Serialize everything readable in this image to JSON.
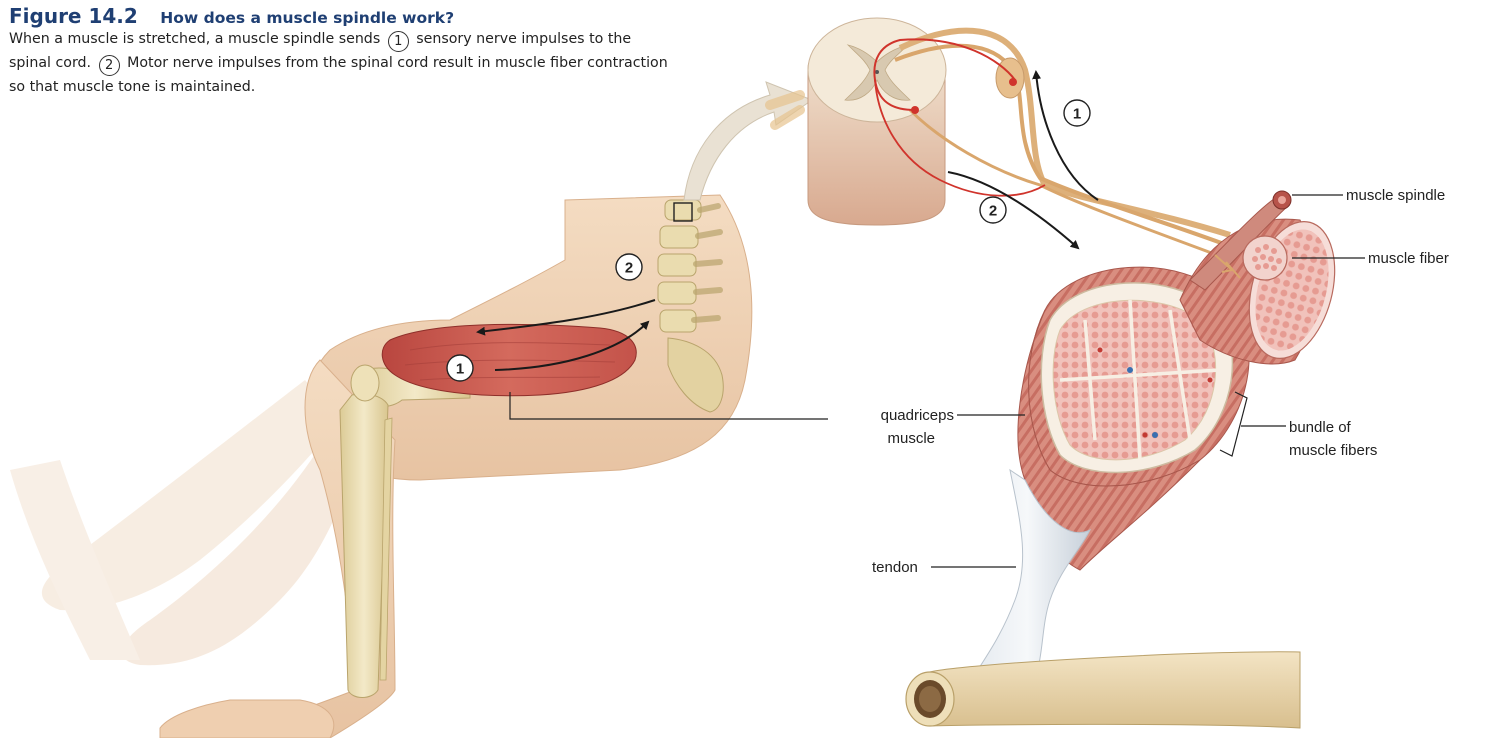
{
  "figure": {
    "number": "Figure 14.2",
    "title": "How does a muscle spindle work?",
    "caption": {
      "part1": "When a muscle is stretched, a muscle spindle sends",
      "step1": "1",
      "part2": "sensory nerve impulses to the spinal cord.",
      "step2": "2",
      "part3": "Motor nerve impulses from the spinal cord result in muscle fiber contraction so that muscle tone is maintained."
    }
  },
  "labels": {
    "muscle_spindle": "muscle spindle",
    "muscle_fiber": "muscle fiber",
    "quadriceps_line1": "quadriceps",
    "quadriceps_line2": "muscle",
    "bundle_line1": "bundle of",
    "bundle_line2": "muscle fibers",
    "tendon": "tendon"
  },
  "markers": {
    "leg_step1": "1",
    "leg_step2": "2",
    "cord_step1": "1",
    "cord_step2": "2"
  },
  "colors": {
    "title_blue": "#1f3f73",
    "skin": "#eccbac",
    "muscle": "#c8524a",
    "nerve_red": "#d0342c",
    "nerve_tan": "#d9a66c",
    "bone": "#eadcaf"
  }
}
